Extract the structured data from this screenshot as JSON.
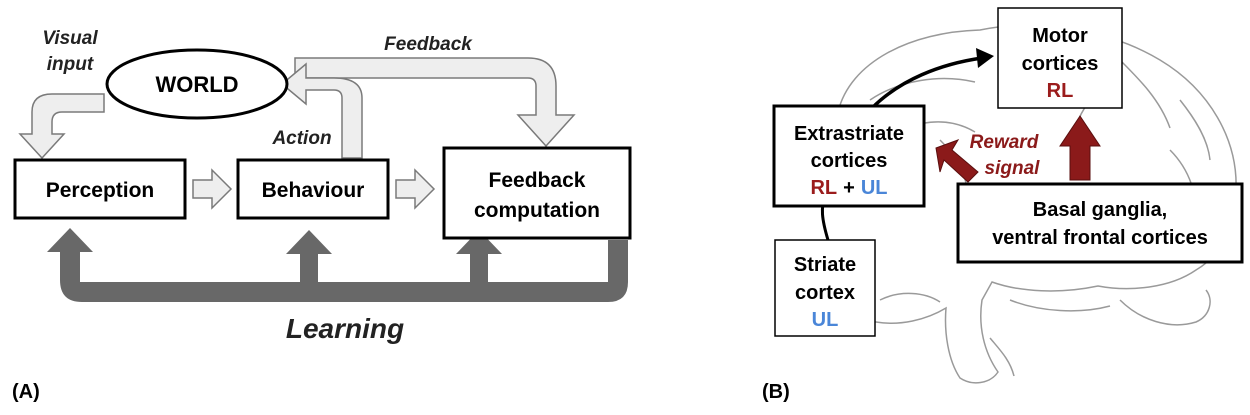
{
  "panel_a": {
    "label": "(A)",
    "world": "WORLD",
    "visual_input_line1": "Visual",
    "visual_input_line2": "input",
    "feedback": "Feedback",
    "action": "Action",
    "perception": "Perception",
    "behaviour": "Behaviour",
    "feedback_computation_line1": "Feedback",
    "feedback_computation_line2": "computation",
    "learning": "Learning"
  },
  "panel_b": {
    "label": "(B)",
    "motor_line1": "Motor",
    "motor_line2": "cortices",
    "motor_tag": "RL",
    "extrastriate_line1": "Extrastriate",
    "extrastriate_line2": "cortices",
    "extrastriate_tag_rl": "RL",
    "extrastriate_tag_plus": "+",
    "extrastriate_tag_ul": "UL",
    "striate_line1": "Striate",
    "striate_line2": "cortex",
    "striate_tag": "UL",
    "reward_line1": "Reward",
    "reward_line2": "signal",
    "basal_line1": "Basal ganglia,",
    "basal_line2": "ventral frontal cortices"
  },
  "colors": {
    "rl": "#9b1c1c",
    "ul": "#4a86d8",
    "reward_arrow": "#8b1a1a",
    "learning_arrow": "#686868",
    "light_arrow_fill": "#eeeeee"
  }
}
